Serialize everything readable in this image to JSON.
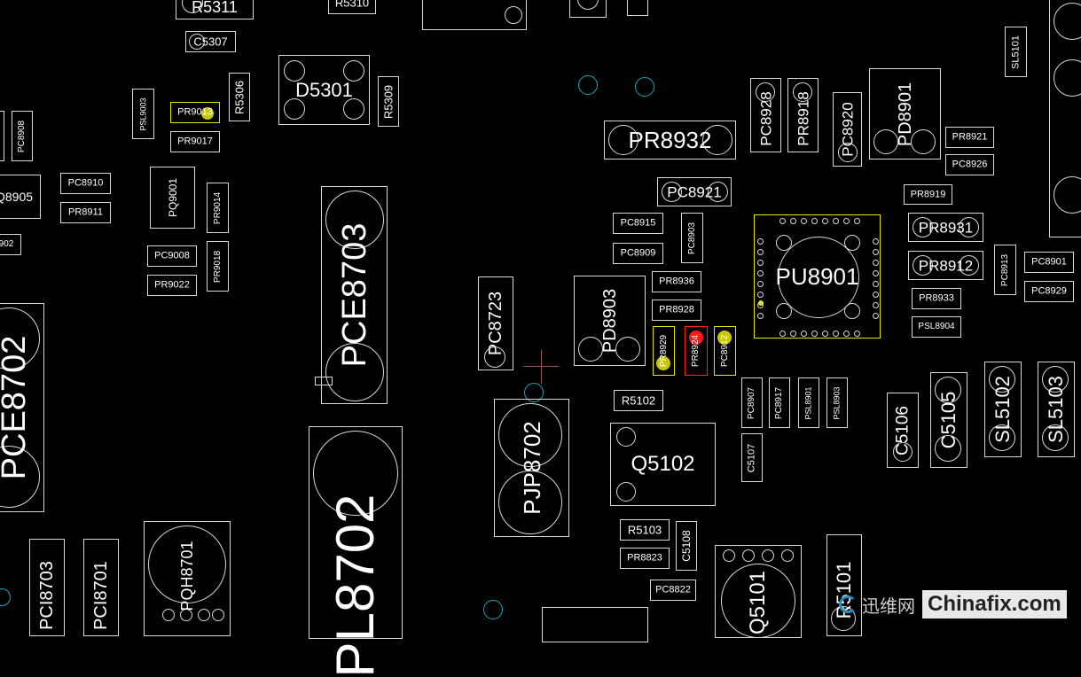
{
  "components": {
    "R5311": "R5311",
    "R5310": "R5310",
    "C5307": "C5307",
    "D5301": "D5301",
    "R5309": "R5309",
    "R5306": "R5306",
    "PSL9003": "PSL9003",
    "PR9013": "PR9013",
    "PR9017": "PR9017",
    "PC8908": "PC8908",
    "PC8910": "PC8910",
    "PR8911": "PR8911",
    "Q8905": "Q8905",
    "P902": "902",
    "PQ9001": "PQ9001",
    "PR9014": "PR9014",
    "PC9008": "PC9008",
    "PR9022": "PR9022",
    "PR9018": "PR9018",
    "PCE8703": "PCE8703",
    "PCE8702": "PCE8702",
    "PL8702": "PL8702",
    "PCI8703": "PCI8703",
    "PCI8701": "PCI8701",
    "PQH8701": "PQH8701",
    "PC8723": "PC8723",
    "PJP8702": "PJP8702",
    "PD8903": "PD8903",
    "PR8932": "PR8932",
    "PC8921_big": "PC8921",
    "PC8915": "PC8915",
    "PC8909": "PC8909",
    "PC8903": "PC8903",
    "PR8936": "PR8936",
    "PR8928": "PR8928",
    "PR8929": "PR8929",
    "PR8924": "PR8924",
    "PC8912": "PC8912",
    "R5102": "R5102",
    "Q5102": "Q5102",
    "R5103": "R5103",
    "PR8823": "PR8823",
    "C5108": "C5108",
    "PC8822": "PC8822",
    "Q5101": "Q5101",
    "R5101": "R5101",
    "PC8907": "PC8907",
    "PC8917": "PC8917",
    "PSL8901": "PSL8901",
    "PSL8903": "PSL8903",
    "C5107": "C5107",
    "PC8928": "PC8928",
    "PR8918": "PR8918",
    "PC8920": "PC8920",
    "PD8901": "PD8901",
    "PR8921": "PR8921",
    "PC8926": "PC8926",
    "PR8919": "PR8919",
    "PU8901": "PU8901",
    "PR8931": "PR8931",
    "PR8912": "PR8912",
    "PR8933": "PR8933",
    "PSL8904": "PSL8904",
    "PC8913": "PC8913",
    "PC8901": "PC8901",
    "PC8929": "PC8929",
    "C5106": "C5106",
    "C5105": "C5105",
    "SL5102": "SL5102",
    "SL5103": "SL5103",
    "SL5101": "SL5101"
  },
  "watermark": {
    "cn": "迅维网",
    "en": "Chinafix.com"
  },
  "colors": {
    "background": "#000000",
    "outline": "#d8d8d8",
    "highlight": "#e6e600",
    "alert": "#ff2020",
    "via": "#1aa7b8"
  }
}
